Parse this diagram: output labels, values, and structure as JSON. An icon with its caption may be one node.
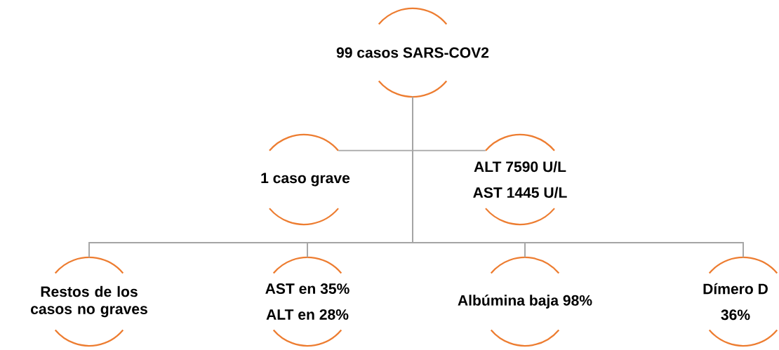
{
  "diagram": {
    "nodes": [
      {
        "text": [
          "99 casos SARS-COV2"
        ]
      },
      {
        "text": [
          "1 caso grave"
        ]
      },
      {
        "text": [
          "ALT 7590 U/L",
          "AST 1445 U/L"
        ]
      },
      {
        "text": [
          "Restos de los casos no graves"
        ]
      },
      {
        "text": [
          "AST en 35%",
          "ALT en 28%"
        ]
      },
      {
        "text": [
          "Albúmina baja 98%"
        ]
      },
      {
        "text": [
          "Dímero D",
          "36%"
        ]
      }
    ],
    "edges": [
      {
        "from": 0,
        "to": 1,
        "arrow": "none"
      },
      {
        "from": 0,
        "to": 2,
        "arrow": "none"
      },
      {
        "from": 0,
        "to": 3,
        "arrow": "none"
      },
      {
        "from": 0,
        "to": 4,
        "arrow": "none"
      },
      {
        "from": 0,
        "to": 5,
        "arrow": "none"
      },
      {
        "from": 0,
        "to": 6,
        "arrow": "none"
      }
    ]
  }
}
